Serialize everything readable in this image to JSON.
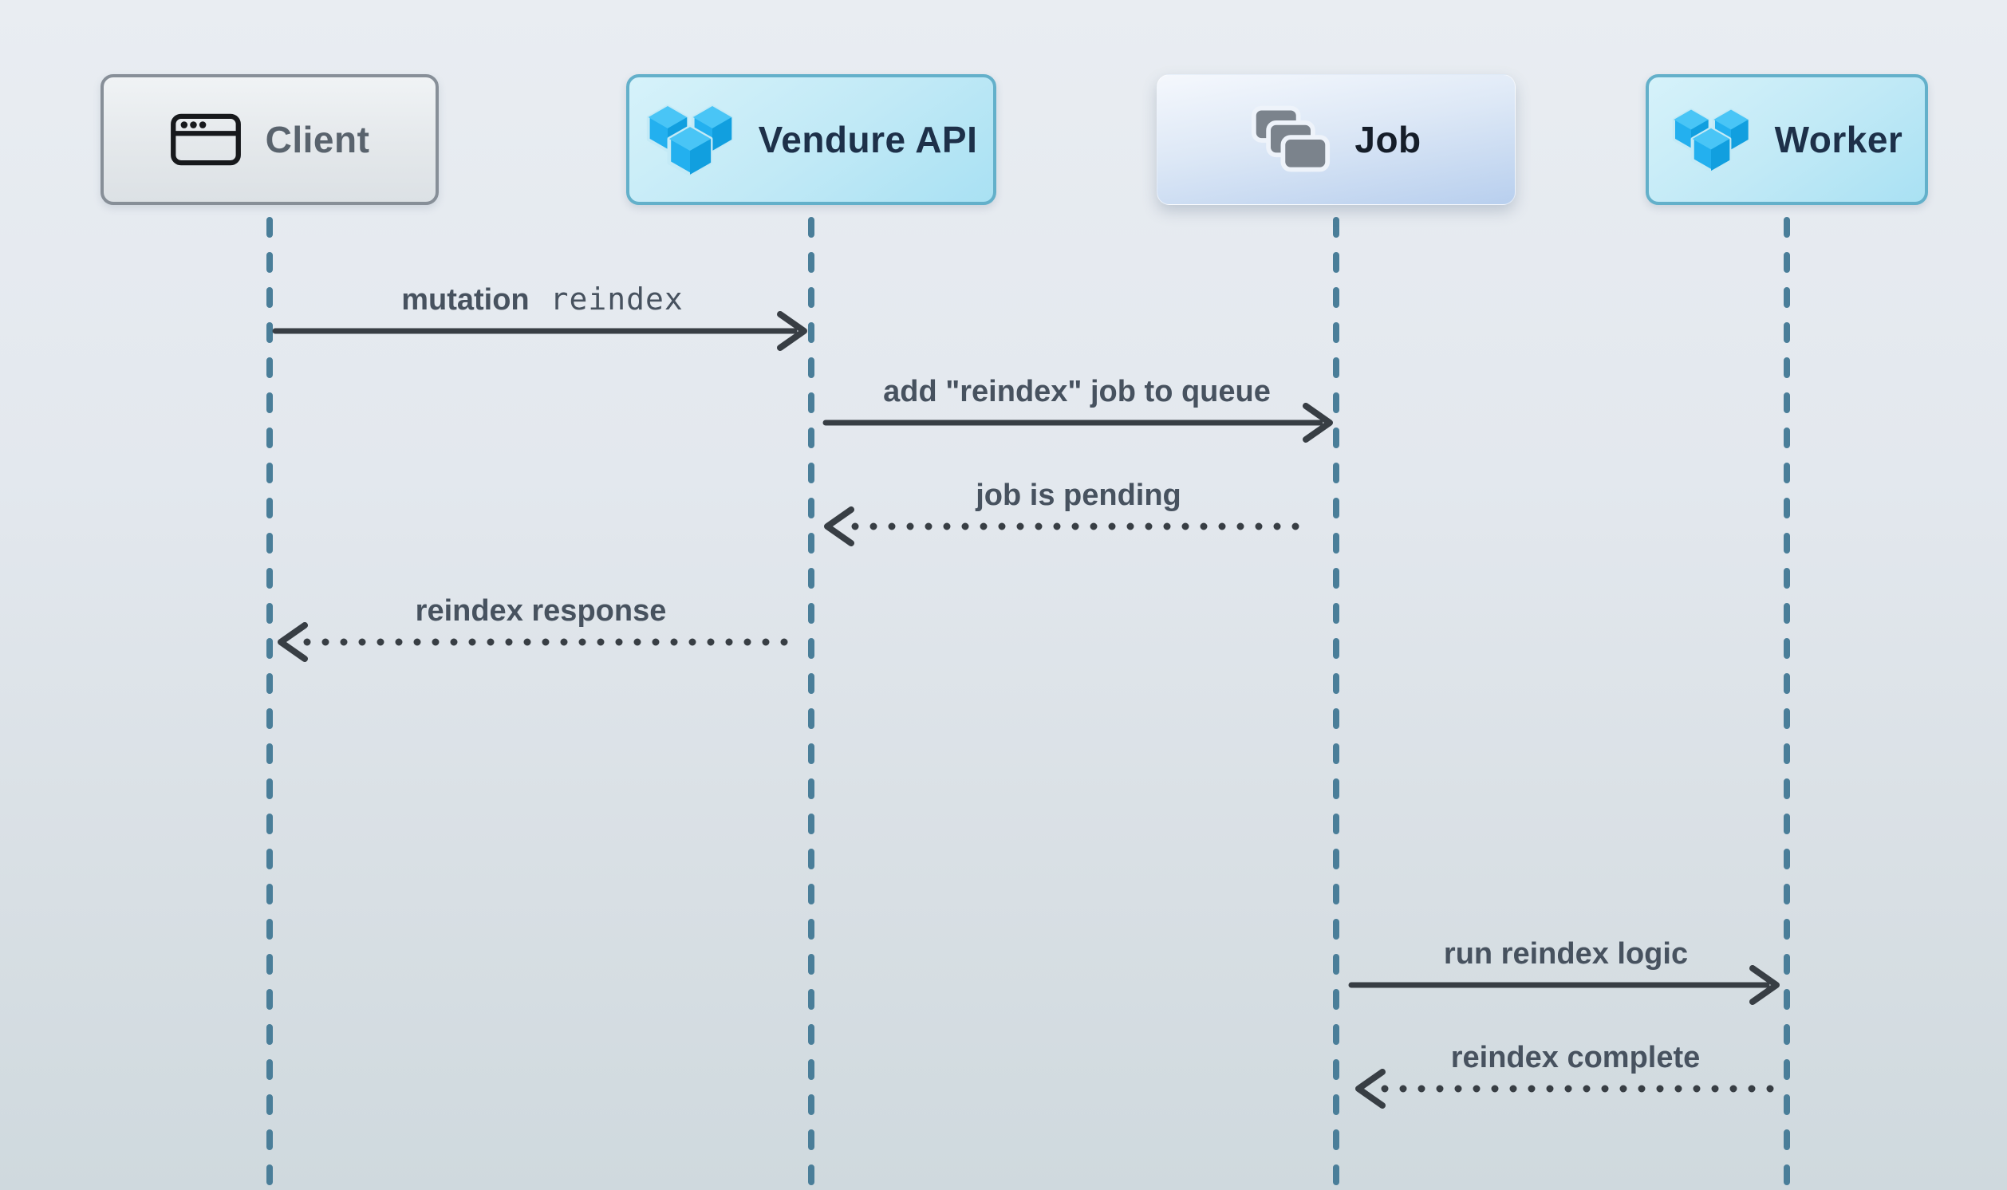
{
  "diagram": {
    "type": "sequence-diagram",
    "actors": [
      {
        "id": "client",
        "label": "Client",
        "icon": "browser-window-icon",
        "fill": "#e7ebee",
        "border": "#878f98",
        "text_color": "#59636d"
      },
      {
        "id": "vendure-api",
        "label": "Vendure API",
        "icon": "vendure-logo-icon",
        "fill": "#bfe8f5",
        "border": "#63b0ca",
        "text_color": "#1d3049"
      },
      {
        "id": "job",
        "label": "Job",
        "icon": "job-stack-icon",
        "fill": "#cfdef3",
        "border": "none",
        "text_color": "#151d29"
      },
      {
        "id": "worker",
        "label": "Worker",
        "icon": "vendure-logo-icon",
        "fill": "#bfe8f5",
        "border": "#63b0ca",
        "text_color": "#1d3049"
      }
    ],
    "messages": [
      {
        "from": "client",
        "to": "vendure-api",
        "label": "mutation",
        "code": "reindex",
        "line": "solid",
        "direction": "right"
      },
      {
        "from": "vendure-api",
        "to": "job",
        "label": "add \"reindex\" job to queue",
        "line": "solid",
        "direction": "right"
      },
      {
        "from": "job",
        "to": "vendure-api",
        "label": "job is pending",
        "line": "dotted",
        "direction": "left"
      },
      {
        "from": "vendure-api",
        "to": "client",
        "label": "reindex response",
        "line": "dotted",
        "direction": "left"
      },
      {
        "from": "job",
        "to": "worker",
        "label": "run reindex logic",
        "line": "solid",
        "direction": "right"
      },
      {
        "from": "worker",
        "to": "job",
        "label": "reindex complete",
        "line": "dotted",
        "direction": "left"
      }
    ],
    "palette": {
      "background_top": "#e9edf2",
      "background_bottom": "#cfd9de",
      "lifeline": "#4a7e99",
      "arrow": "#383e44",
      "message_text": "#47525f",
      "vendure_blue_light": "#49c5f6",
      "vendure_blue": "#23b0ef",
      "vendure_blue_dark": "#119fdf",
      "job_icon_gray": "#7b838c",
      "client_icon_black": "#17191c"
    }
  }
}
